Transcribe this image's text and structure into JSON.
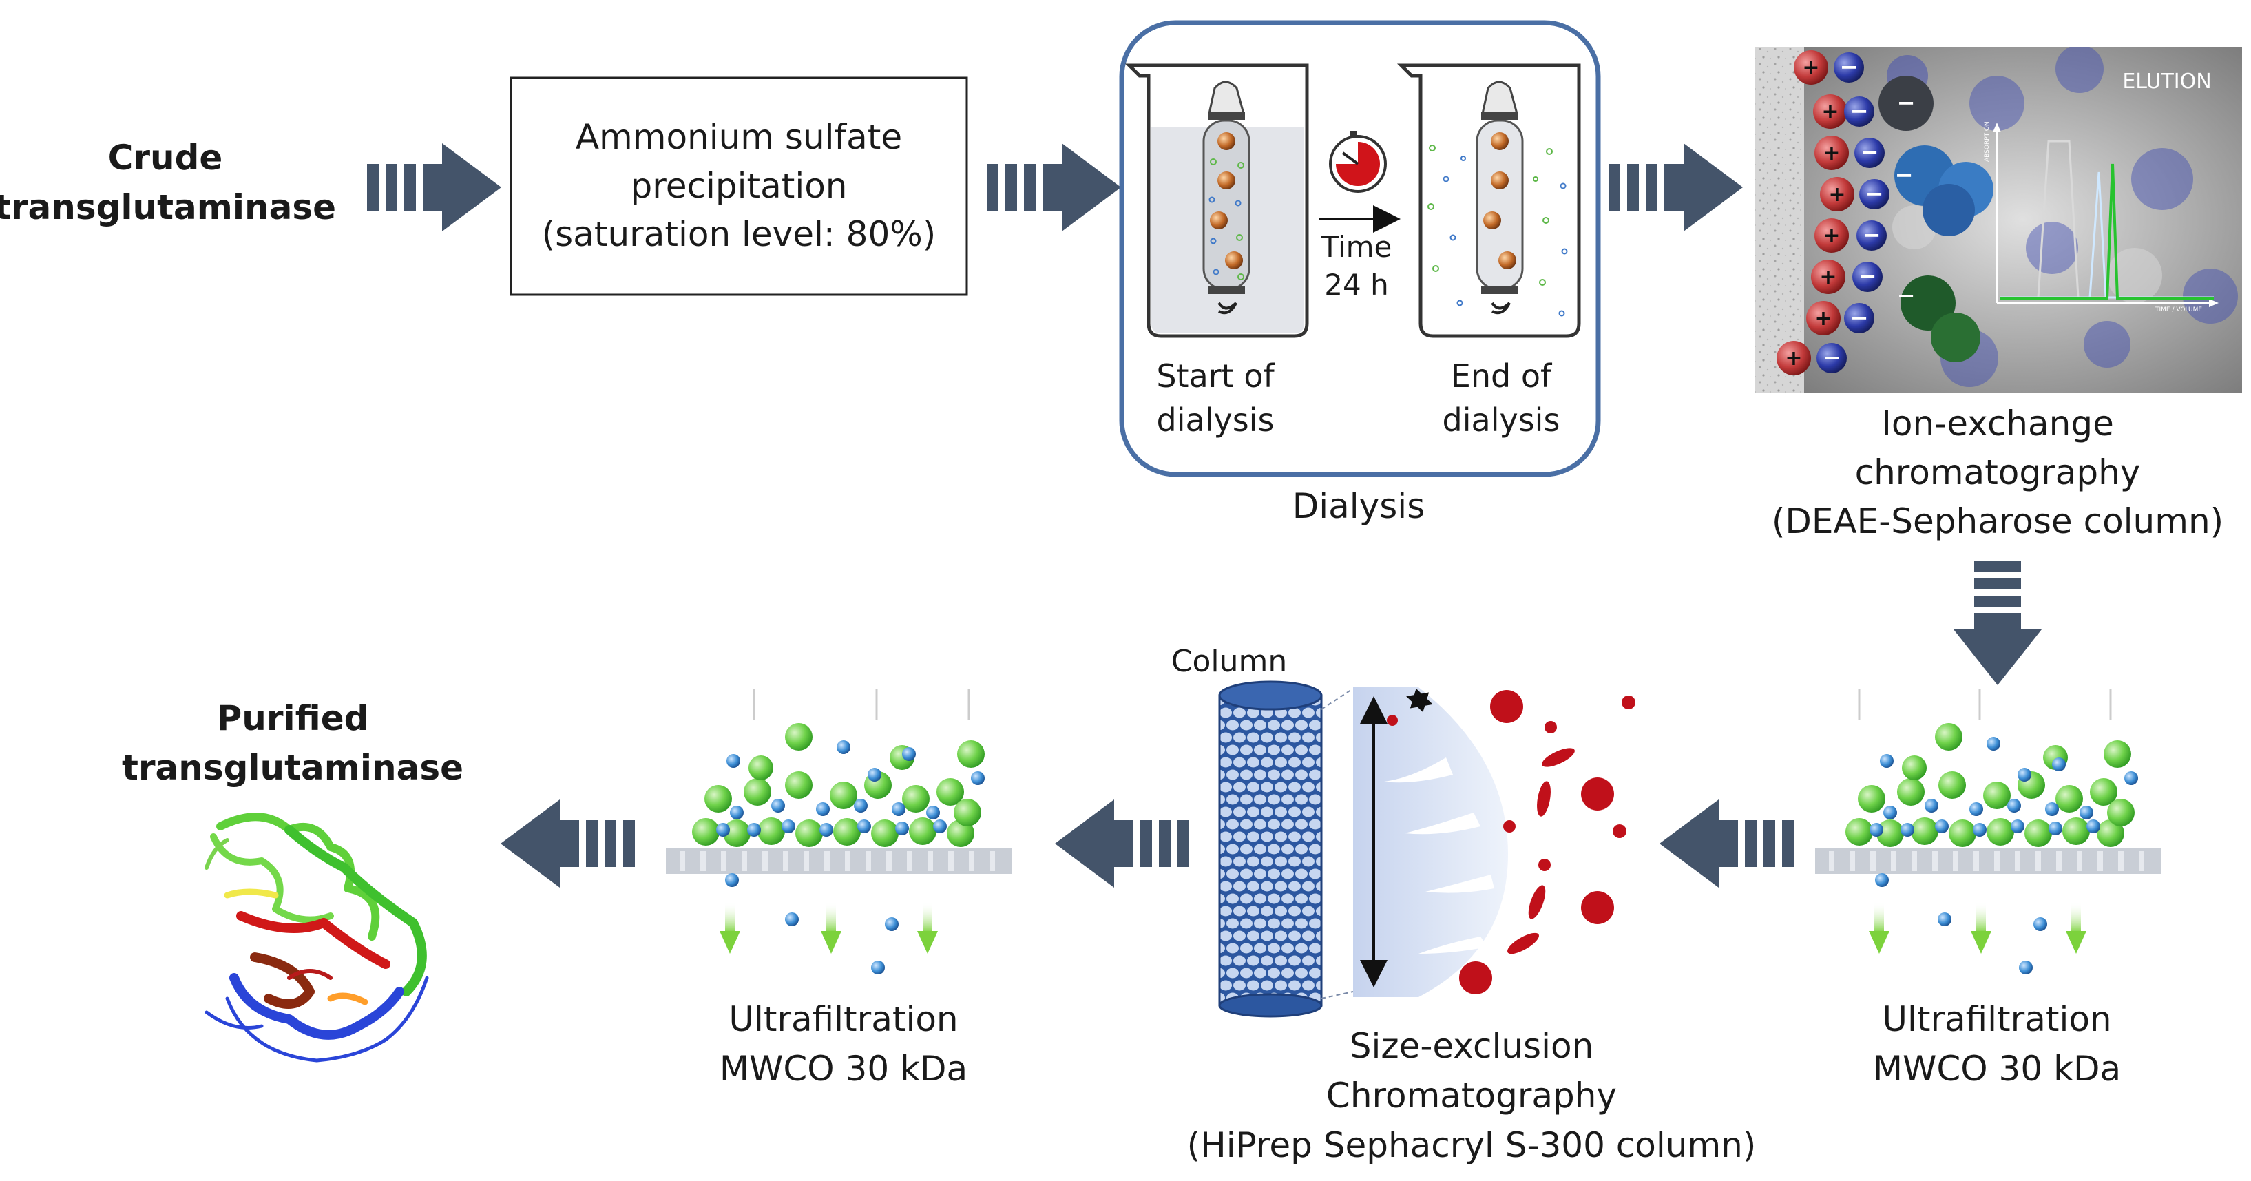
{
  "colors": {
    "arrow": "#44546a",
    "dialysis_border": "#4a6fa5",
    "cation": "#c0392b",
    "anion": "#2a3a9c",
    "green_particle": "#4cbe3a",
    "blue_particle": "#2f86c8",
    "sec_red": "#c0101a",
    "column_blue": "#2f5fa8"
  },
  "steps": {
    "crude": {
      "line1": "Crude",
      "line2": "transglutaminase"
    },
    "ammonium": {
      "line1": "Ammonium sulfate",
      "line2": "precipitation",
      "line3": "(saturation level: 80%)"
    },
    "dialysis": {
      "title": "Dialysis",
      "start_line1": "Start of",
      "start_line2": "dialysis",
      "end_line1": "End of",
      "end_line2": "dialysis",
      "time_line1": "Time",
      "time_line2": "24 h",
      "icons": [
        "beaker-icon",
        "dialysis-bag-icon",
        "clock-icon"
      ]
    },
    "ion_exchange": {
      "line1": "Ion-exchange",
      "line2": "chromatography",
      "line3": "(DEAE-Sepharose column)",
      "image_text": "ELUTION",
      "axis_y": "ABSORPTION",
      "axis_x": "TIME / VOLUME"
    },
    "ultrafiltration_right": {
      "line1": "Ultrafiltration",
      "line2": "MWCO 30 kDa"
    },
    "sec": {
      "column_label": "Column",
      "line1": "Size-exclusion",
      "line2": "Chromatography",
      "line3": "(HiPrep Sephacryl S-300  column)"
    },
    "ultrafiltration_left": {
      "line1": "Ultrafiltration",
      "line2": "MWCO 30 kDa"
    },
    "purified": {
      "line1": "Purified",
      "line2": "transglutaminase",
      "icon": "protein-structure-icon"
    }
  }
}
